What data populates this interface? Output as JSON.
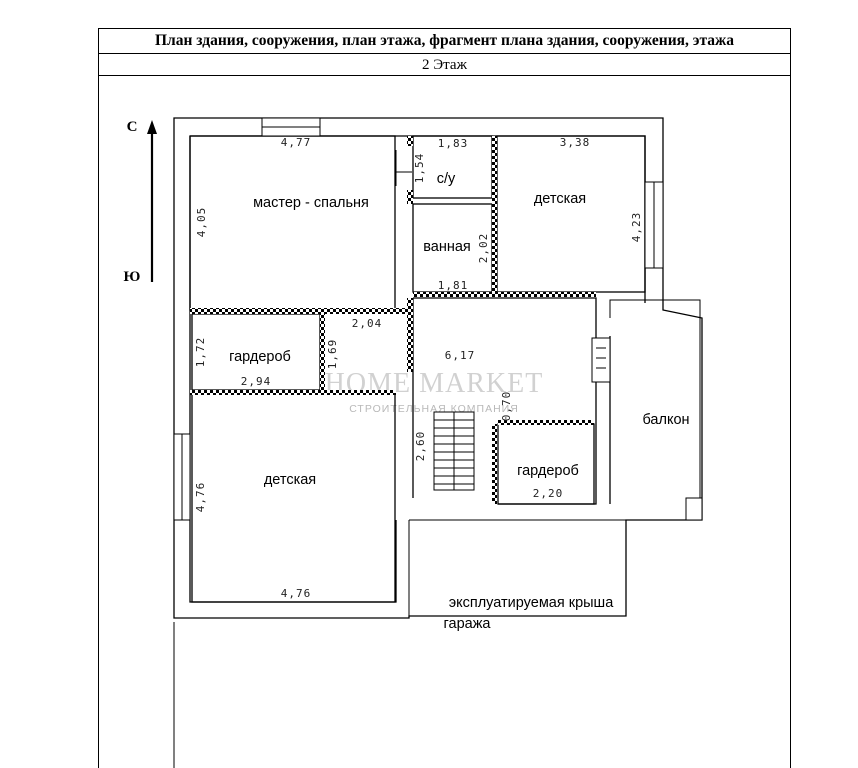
{
  "header": {
    "title": "План здания, сооружения, план этажа, фрагмент плана здания, сооружения, этажа",
    "floor": "2 Этаж"
  },
  "compass": {
    "north": "С",
    "south": "Ю"
  },
  "rooms": {
    "master_bedroom": "мастер - спальня",
    "wc": "с/у",
    "bathroom": "ванная",
    "kids_room_1": "детская",
    "wardrobe_1": "гардероб",
    "kids_room_2": "детская",
    "wardrobe_2": "гардероб",
    "balcony": "балкон",
    "roof_line1": "эксплуатируемая крыша",
    "roof_line2": "гаража"
  },
  "dimensions": {
    "master_w": "4,77",
    "master_h": "4,05",
    "wc_w": "1,83",
    "wc_h": "1,54",
    "bath_h": "2,02",
    "bath_w": "1,81",
    "kids1_w": "3,38",
    "kids1_h": "4,23",
    "corr_a": "2,04",
    "hall_w": "6,17",
    "wardrobe1_h": "1,72",
    "wardrobe1_d": "1,69",
    "wardrobe1_w": "2,94",
    "stair_w": "0,70",
    "stair_h": "2,60",
    "wardrobe2_w": "2,20",
    "kids2_h": "4,76",
    "kids2_w": "4,76"
  },
  "watermark": {
    "brand": "HOME MARKET",
    "tagline": "СТРОИТЕЛЬНАЯ КОМПАНИЯ"
  }
}
